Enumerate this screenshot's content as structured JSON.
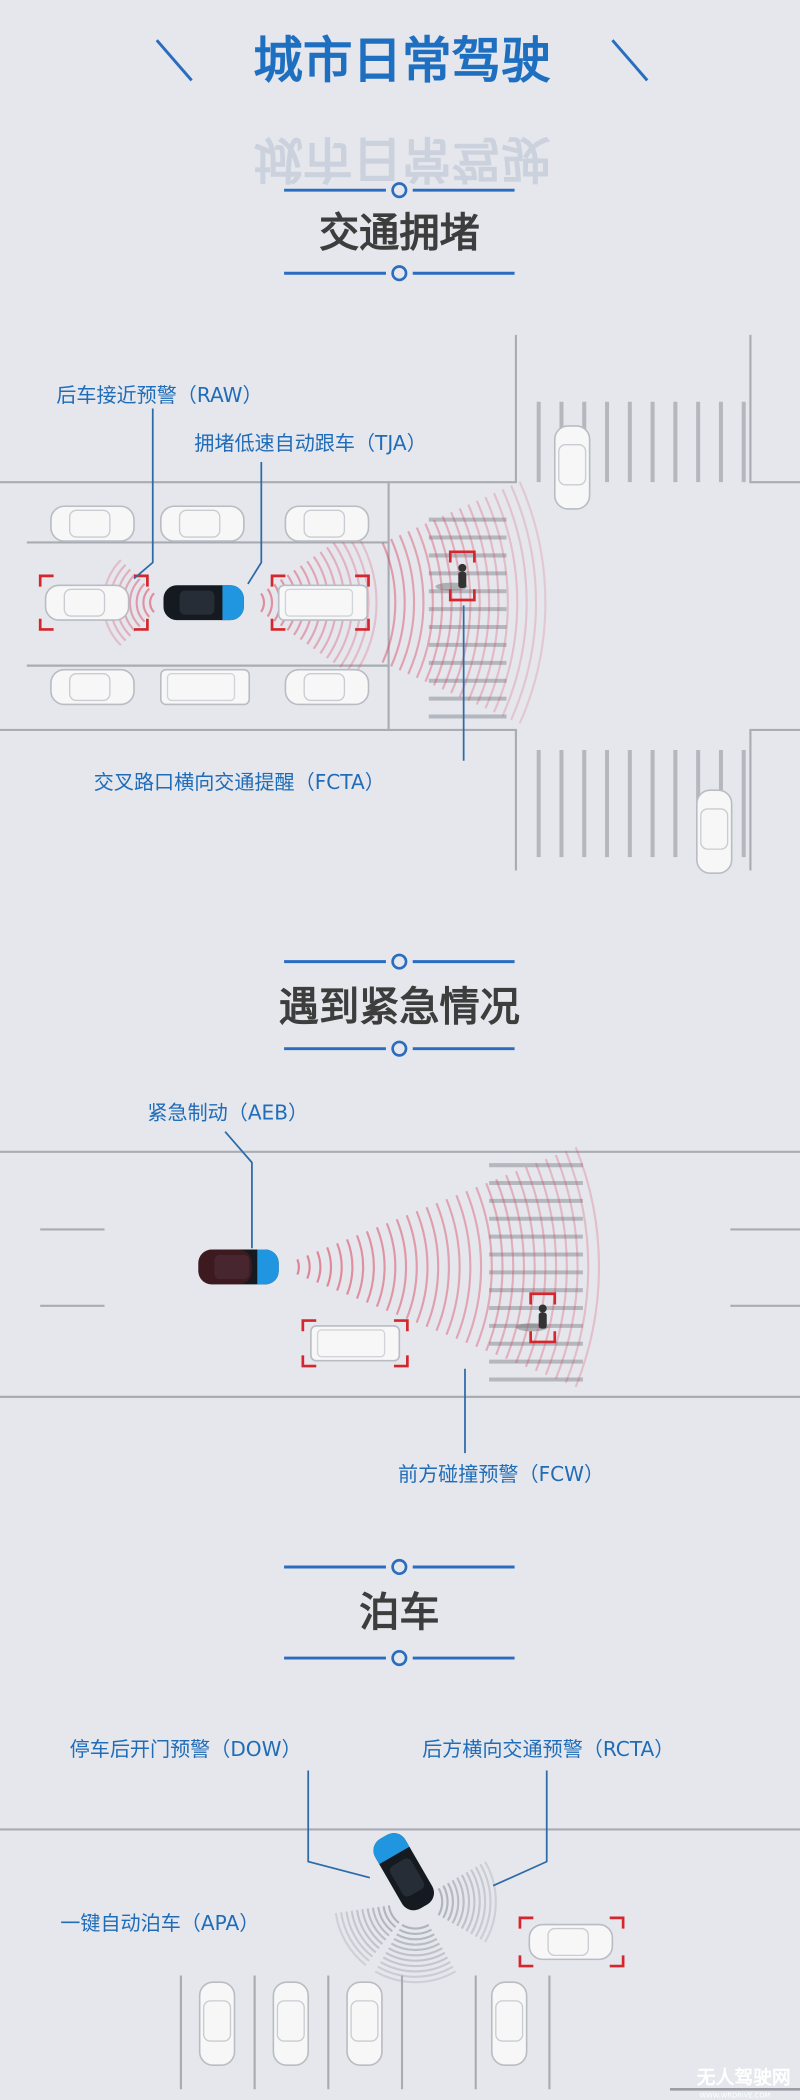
{
  "title": "城市日常驾驶",
  "accent_color": "#1f6fc0",
  "alert_color": "#d4262c",
  "sections": [
    {
      "heading": "交通拥堵",
      "labels": {
        "raw": "后车接近预警（RAW）",
        "tja": "拥堵低速自动跟车（TJA）",
        "fcta": "交叉路口横向交通提醒（FCTA）"
      }
    },
    {
      "heading": "遇到紧急情况",
      "labels": {
        "aeb": "紧急制动（AEB）",
        "fcw": "前方碰撞预警（FCW）"
      }
    },
    {
      "heading": "泊车",
      "labels": {
        "dow": "停车后开门预警（DOW）",
        "rcta": "后方横向交通预警（RCTA）",
        "apa": "一键自动泊车（APA）"
      }
    }
  ],
  "watermark": {
    "name": "无人驾驶网",
    "url": "WWW.WRDRIVE.COM"
  }
}
